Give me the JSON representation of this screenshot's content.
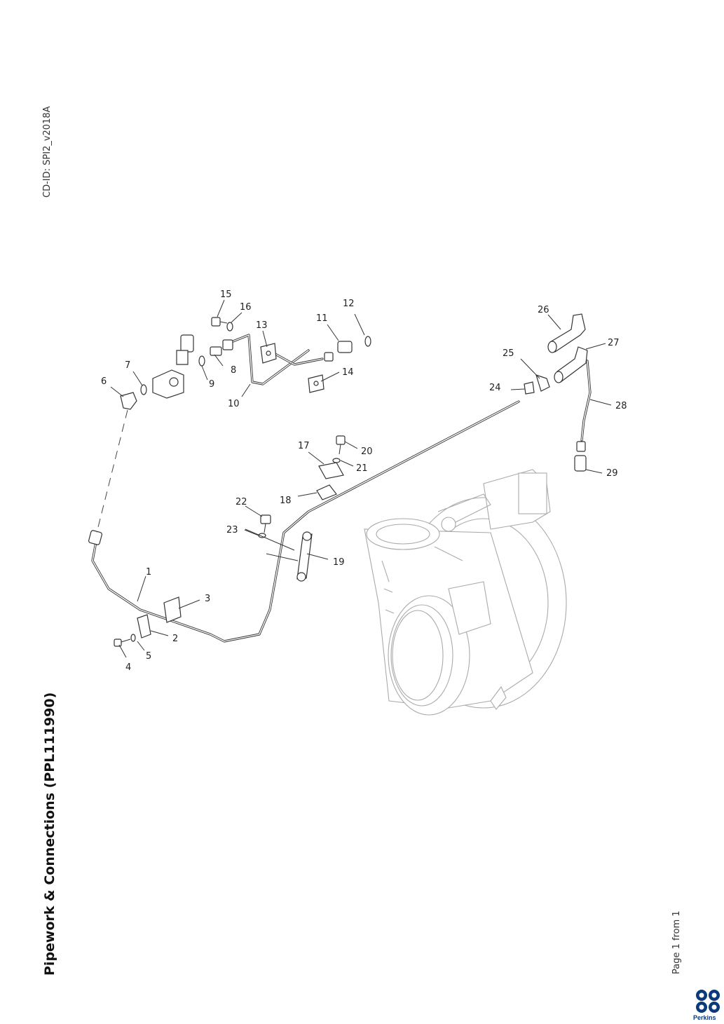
{
  "header": {
    "cd_id": "CD-ID: SPI2_v2018A"
  },
  "title": "Pipework & Connections (PPL111990)",
  "footer": {
    "page": "Page 1 from 1",
    "brand": "Perkins"
  },
  "callouts": [
    "1",
    "2",
    "3",
    "4",
    "5",
    "6",
    "7",
    "8",
    "9",
    "10",
    "11",
    "12",
    "13",
    "14",
    "15",
    "16",
    "17",
    "18",
    "19",
    "20",
    "21",
    "22",
    "23",
    "24",
    "25",
    "26",
    "27",
    "28",
    "29"
  ],
  "colors": {
    "line": "#333333",
    "ghost": "#aaaaaa",
    "brand": "#0a3a7a"
  },
  "icons": {
    "logo": "perkins-logo-icon"
  }
}
